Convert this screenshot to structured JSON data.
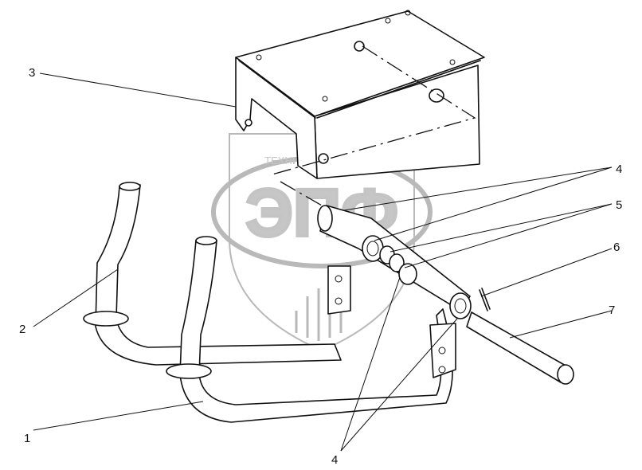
{
  "watermark": {
    "small_text": "ТЕХНИКО  Ф  ЗАПЧАСТИ",
    "big_text": "ЭПФ"
  },
  "callouts": [
    {
      "id": "1",
      "label": "1"
    },
    {
      "id": "2",
      "label": "2"
    },
    {
      "id": "3",
      "label": "3"
    },
    {
      "id": "4a",
      "label": "4"
    },
    {
      "id": "5",
      "label": "5"
    },
    {
      "id": "6",
      "label": "6"
    },
    {
      "id": "7",
      "label": "7"
    },
    {
      "id": "4b",
      "label": "4"
    }
  ],
  "colors": {
    "line": "#111111",
    "watermark": "#c0c0c0",
    "background": "#ffffff"
  }
}
